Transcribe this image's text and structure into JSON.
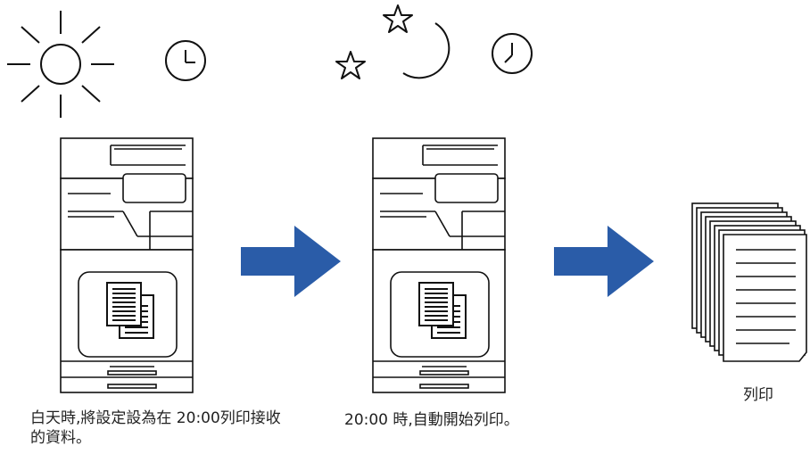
{
  "captions": {
    "daytime_step": "白天時,將設定設為在 20:00列印接收的資料。",
    "scheduled_step": "20:00 時,自動開始列印。",
    "print_result": "列印"
  },
  "icons": {
    "daytime": [
      "sun-icon",
      "clock-icon"
    ],
    "night": [
      "star-icon",
      "moon-icon",
      "clock-icon"
    ],
    "devices": [
      "printer-icon",
      "documents-icon"
    ],
    "flow": [
      "arrow-right-icon"
    ],
    "output": [
      "printed-pages-icon"
    ]
  },
  "colors": {
    "arrow": "#2a5ca8",
    "line": "#111111"
  }
}
